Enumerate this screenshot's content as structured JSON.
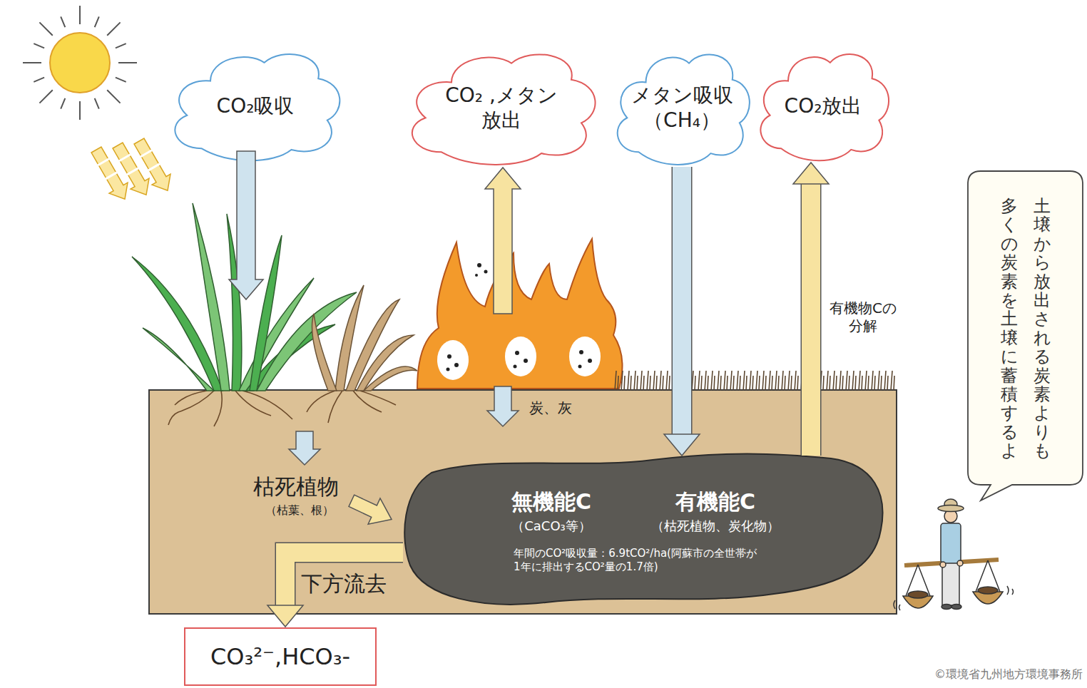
{
  "diagram": {
    "nodes": [
      {
        "text": [
          "CO₂吸収"
        ]
      },
      {
        "text": [
          "CO₂ ,メタン 放出"
        ]
      },
      {
        "text": [
          "メタン吸収 （CH₄）"
        ]
      },
      {
        "text": [
          "CO₂放出"
        ]
      },
      {
        "text": [
          "土壌から放出される炭素よりも",
          "多くの炭素を土壌に蓄積するよ"
        ]
      },
      {
        "text": [
          "炭、灰",
          "枯死植物",
          "（枯葉、根）"
        ]
      },
      {
        "text": [
          "無機能C",
          "（CaCO₃等）",
          "有機能C",
          "（枯死植物、炭化物）",
          "年間のCO²吸収量：6.9tCO²/ha(阿蘇市の全世帯が 1年に排出するCO²量の1.7倍)"
        ],
        "in": 5
      },
      {
        "text": [
          "CO₃²⁻,HCO₃-"
        ]
      }
    ],
    "edges": [
      {
        "from": 2,
        "to": 6,
        "arrow": "to"
      },
      {
        "from": 6,
        "to": 3,
        "arrow": "to",
        "label": "有機物Cの 分解"
      },
      {
        "from": 6,
        "to": 7,
        "arrow": "to",
        "label": "下方流去"
      }
    ],
    "labels": [
      "©環境省九州地方環境事務所"
    ]
  }
}
